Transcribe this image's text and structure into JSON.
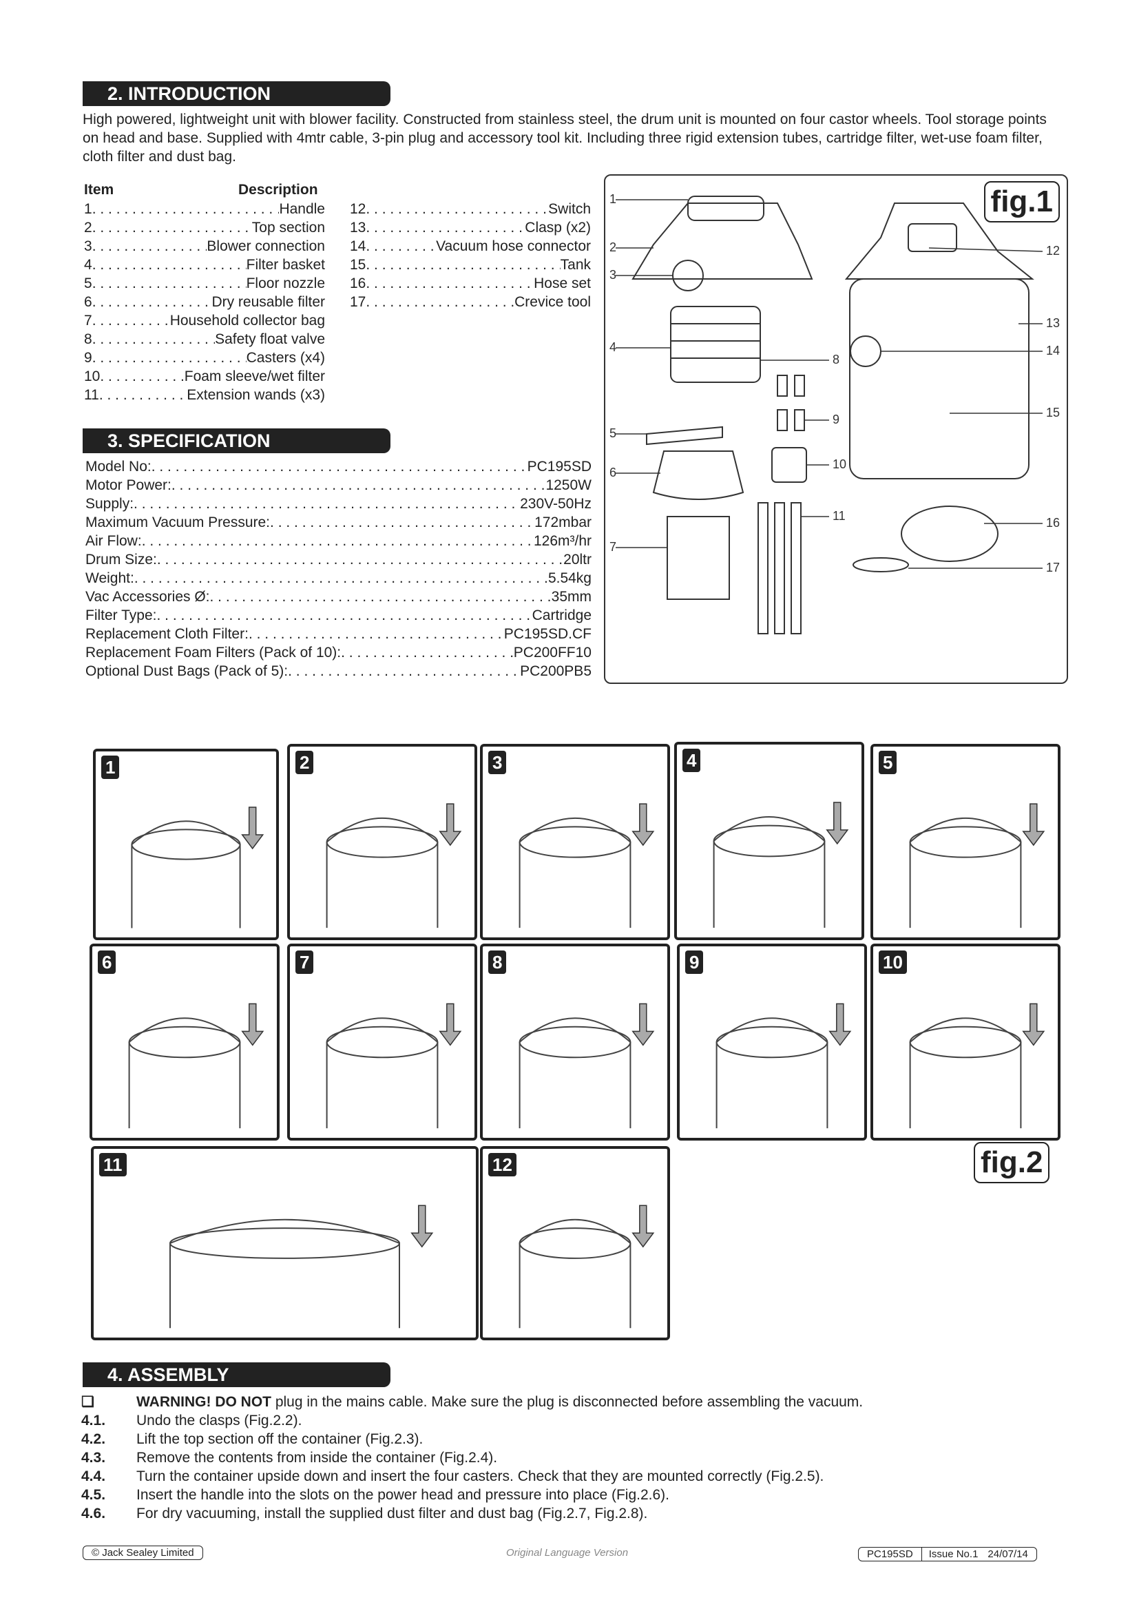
{
  "intro": {
    "heading": "2.   INTRODUCTION",
    "text": "High powered, lightweight unit with blower facility. Constructed from stainless steel, the drum unit is mounted on four castor wheels. Tool storage points on head and base. Supplied with 4mtr cable, 3-pin plug and accessory tool kit. Including three rigid extension tubes, cartridge filter, wet-use foam filter, cloth filter and dust bag."
  },
  "items_header": {
    "item": "Item",
    "description": "Description"
  },
  "items_left": [
    {
      "num": "1",
      "desc": "Handle"
    },
    {
      "num": "2",
      "desc": "Top section"
    },
    {
      "num": "3",
      "desc": "Blower connection"
    },
    {
      "num": "4",
      "desc": "Filter basket"
    },
    {
      "num": "5",
      "desc": "Floor nozzle"
    },
    {
      "num": "6",
      "desc": "Dry reusable filter"
    },
    {
      "num": "7",
      "desc": "Household collector bag"
    },
    {
      "num": "8",
      "desc": "Safety float valve"
    },
    {
      "num": "9",
      "desc": "Casters (x4)"
    },
    {
      "num": "10",
      "desc": "Foam sleeve/wet filter"
    },
    {
      "num": "11",
      "desc": "Extension wands (x3)"
    }
  ],
  "items_right": [
    {
      "num": "12",
      "desc": "Switch"
    },
    {
      "num": "13",
      "desc": "Clasp (x2)"
    },
    {
      "num": "14",
      "desc": "Vacuum hose connector"
    },
    {
      "num": "15",
      "desc": "Tank"
    },
    {
      "num": "16",
      "desc": "Hose set"
    },
    {
      "num": "17",
      "desc": "Crevice tool"
    }
  ],
  "spec": {
    "heading": "3.   SPECIFICATION",
    "rows": [
      {
        "label": "Model No:",
        "value": "PC195SD"
      },
      {
        "label": "Motor Power:",
        "value": "1250W"
      },
      {
        "label": "Supply:",
        "value": "230V-50Hz"
      },
      {
        "label": "Maximum Vacuum Pressure:",
        "value": "172mbar"
      },
      {
        "label": "Air Flow:",
        "value": "126m³/hr"
      },
      {
        "label": "Drum Size:",
        "value": "20ltr"
      },
      {
        "label": "Weight:",
        "value": "5.54kg"
      },
      {
        "label": "Vac Accessories Ø:",
        "value": "35mm"
      },
      {
        "label": "Filter Type:",
        "value": "Cartridge"
      },
      {
        "label": "Replacement Cloth Filter:",
        "value": "PC195SD.CF"
      },
      {
        "label": "Replacement Foam Filters (Pack of 10):",
        "value": "PC200FF10"
      },
      {
        "label": "Optional Dust Bags (Pack of 5):",
        "value": "PC200PB5"
      }
    ]
  },
  "fig1": {
    "label": "fig.1",
    "callouts": [
      "1",
      "2",
      "3",
      "4",
      "5",
      "6",
      "7",
      "8",
      "9",
      "10",
      "11",
      "12",
      "13",
      "14",
      "15",
      "16",
      "17"
    ]
  },
  "fig2": {
    "label": "fig.2",
    "panels": [
      "1",
      "2",
      "3",
      "4",
      "5",
      "6",
      "7",
      "8",
      "9",
      "10",
      "11",
      "12"
    ]
  },
  "assembly": {
    "heading": "4.   ASSEMBLY",
    "warning_bold": "WARNING! DO NOT",
    "warning_text": " plug in the mains cable. Make sure the plug is disconnected before assembling the vacuum.",
    "steps": [
      {
        "k": "4.1.",
        "t": "Undo the clasps (Fig.2.2)."
      },
      {
        "k": "4.2.",
        "t": "Lift the top section off the container (Fig.2.3)."
      },
      {
        "k": "4.3.",
        "t": "Remove the contents from inside the container (Fig.2.4)."
      },
      {
        "k": "4.4.",
        "t": "Turn the container upside down and insert the four casters. Check that they are mounted correctly (Fig.2.5)."
      },
      {
        "k": "4.5.",
        "t": "Insert the handle into the slots on the power head and pressure into place (Fig.2.6)."
      },
      {
        "k": "4.6.",
        "t": "For dry vacuuming, install the supplied dust filter and dust bag (Fig.2.7, Fig.2.8)."
      }
    ]
  },
  "footer": {
    "copyright": "© Jack Sealey Limited",
    "version": "Original Language Version",
    "model": "PC195SD",
    "issue": "Issue No.1",
    "date": "24/07/14"
  }
}
